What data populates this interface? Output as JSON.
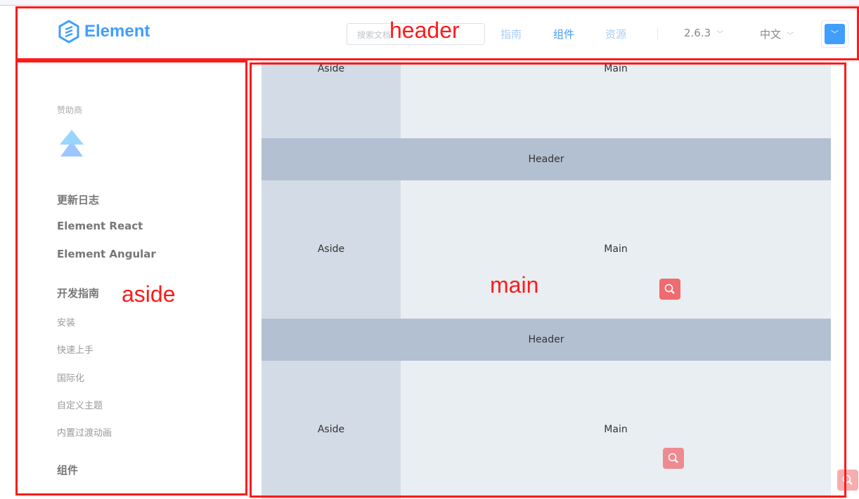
{
  "header": {
    "logo_text": "Element",
    "search_placeholder": "搜索文档",
    "nav": [
      "指南",
      "组件",
      "资源"
    ],
    "active_nav": "组件",
    "version": "2.6.3",
    "language": "中文"
  },
  "aside": {
    "sponsor_label": "赞助商",
    "items": [
      {
        "label": "更新日志",
        "bold": true
      },
      {
        "label": "Element React",
        "bold": true
      },
      {
        "label": "Element Angular",
        "bold": true
      },
      {
        "label": "开发指南",
        "bold": true
      },
      {
        "label": "安装"
      },
      {
        "label": "快速上手"
      },
      {
        "label": "国际化"
      },
      {
        "label": "自定义主题"
      },
      {
        "label": "内置过渡动画"
      },
      {
        "label": "组件",
        "bold": true
      }
    ]
  },
  "demo": {
    "aside_label": "Aside",
    "main_label": "Main",
    "header_label": "Header"
  },
  "annotations": {
    "header": "header",
    "aside": "aside",
    "main": "main"
  },
  "colors": {
    "brand": "#409eff",
    "aside_bg": "#d3dce6",
    "main_bg": "#e9eef3",
    "header_bg": "#b3c0d1",
    "annotation": "#ff1a1a"
  }
}
